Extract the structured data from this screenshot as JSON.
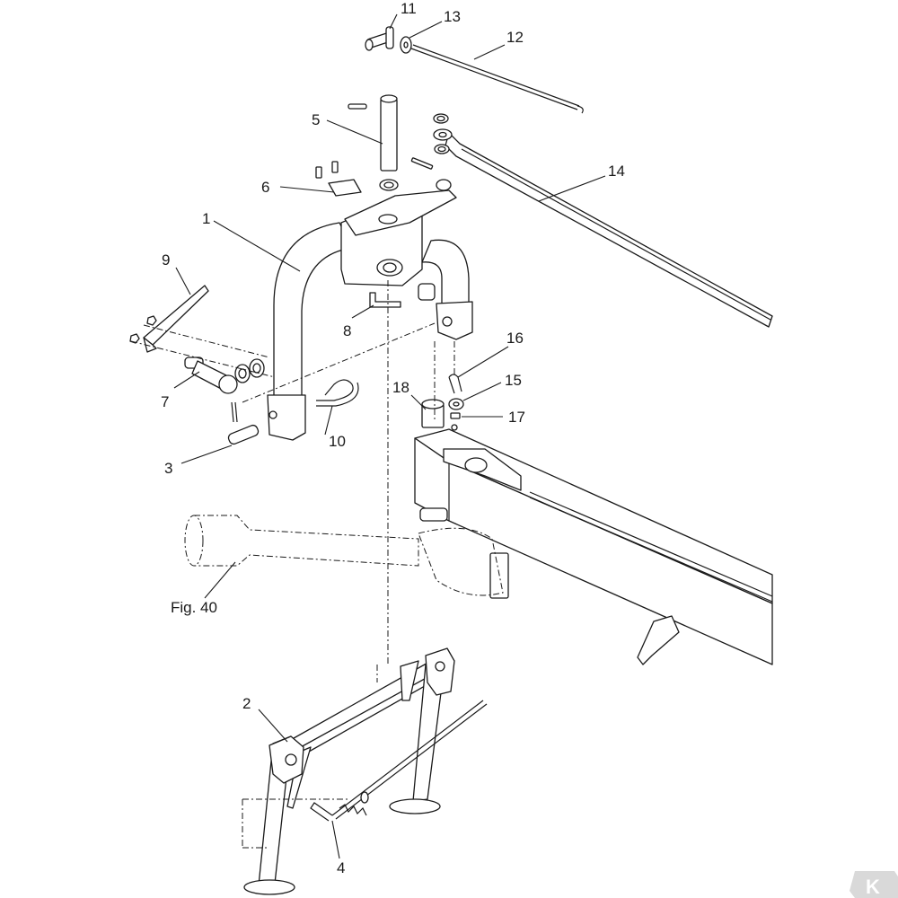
{
  "callouts": [
    {
      "id": "c1",
      "text": "1"
    },
    {
      "id": "c2",
      "text": "2"
    },
    {
      "id": "c3",
      "text": "3"
    },
    {
      "id": "c4",
      "text": "4"
    },
    {
      "id": "c5",
      "text": "5"
    },
    {
      "id": "c6",
      "text": "6"
    },
    {
      "id": "c7",
      "text": "7"
    },
    {
      "id": "c8",
      "text": "8"
    },
    {
      "id": "c9",
      "text": "9"
    },
    {
      "id": "c10",
      "text": "10"
    },
    {
      "id": "c11",
      "text": "11"
    },
    {
      "id": "c12",
      "text": "12"
    },
    {
      "id": "c13",
      "text": "13"
    },
    {
      "id": "c14",
      "text": "14"
    },
    {
      "id": "c15",
      "text": "15"
    },
    {
      "id": "c16",
      "text": "16"
    },
    {
      "id": "c17",
      "text": "17"
    },
    {
      "id": "c18",
      "text": "18"
    }
  ],
  "figure_reference": "Fig. 40",
  "logo": {
    "text": "K",
    "color": "#d9d9d9"
  }
}
